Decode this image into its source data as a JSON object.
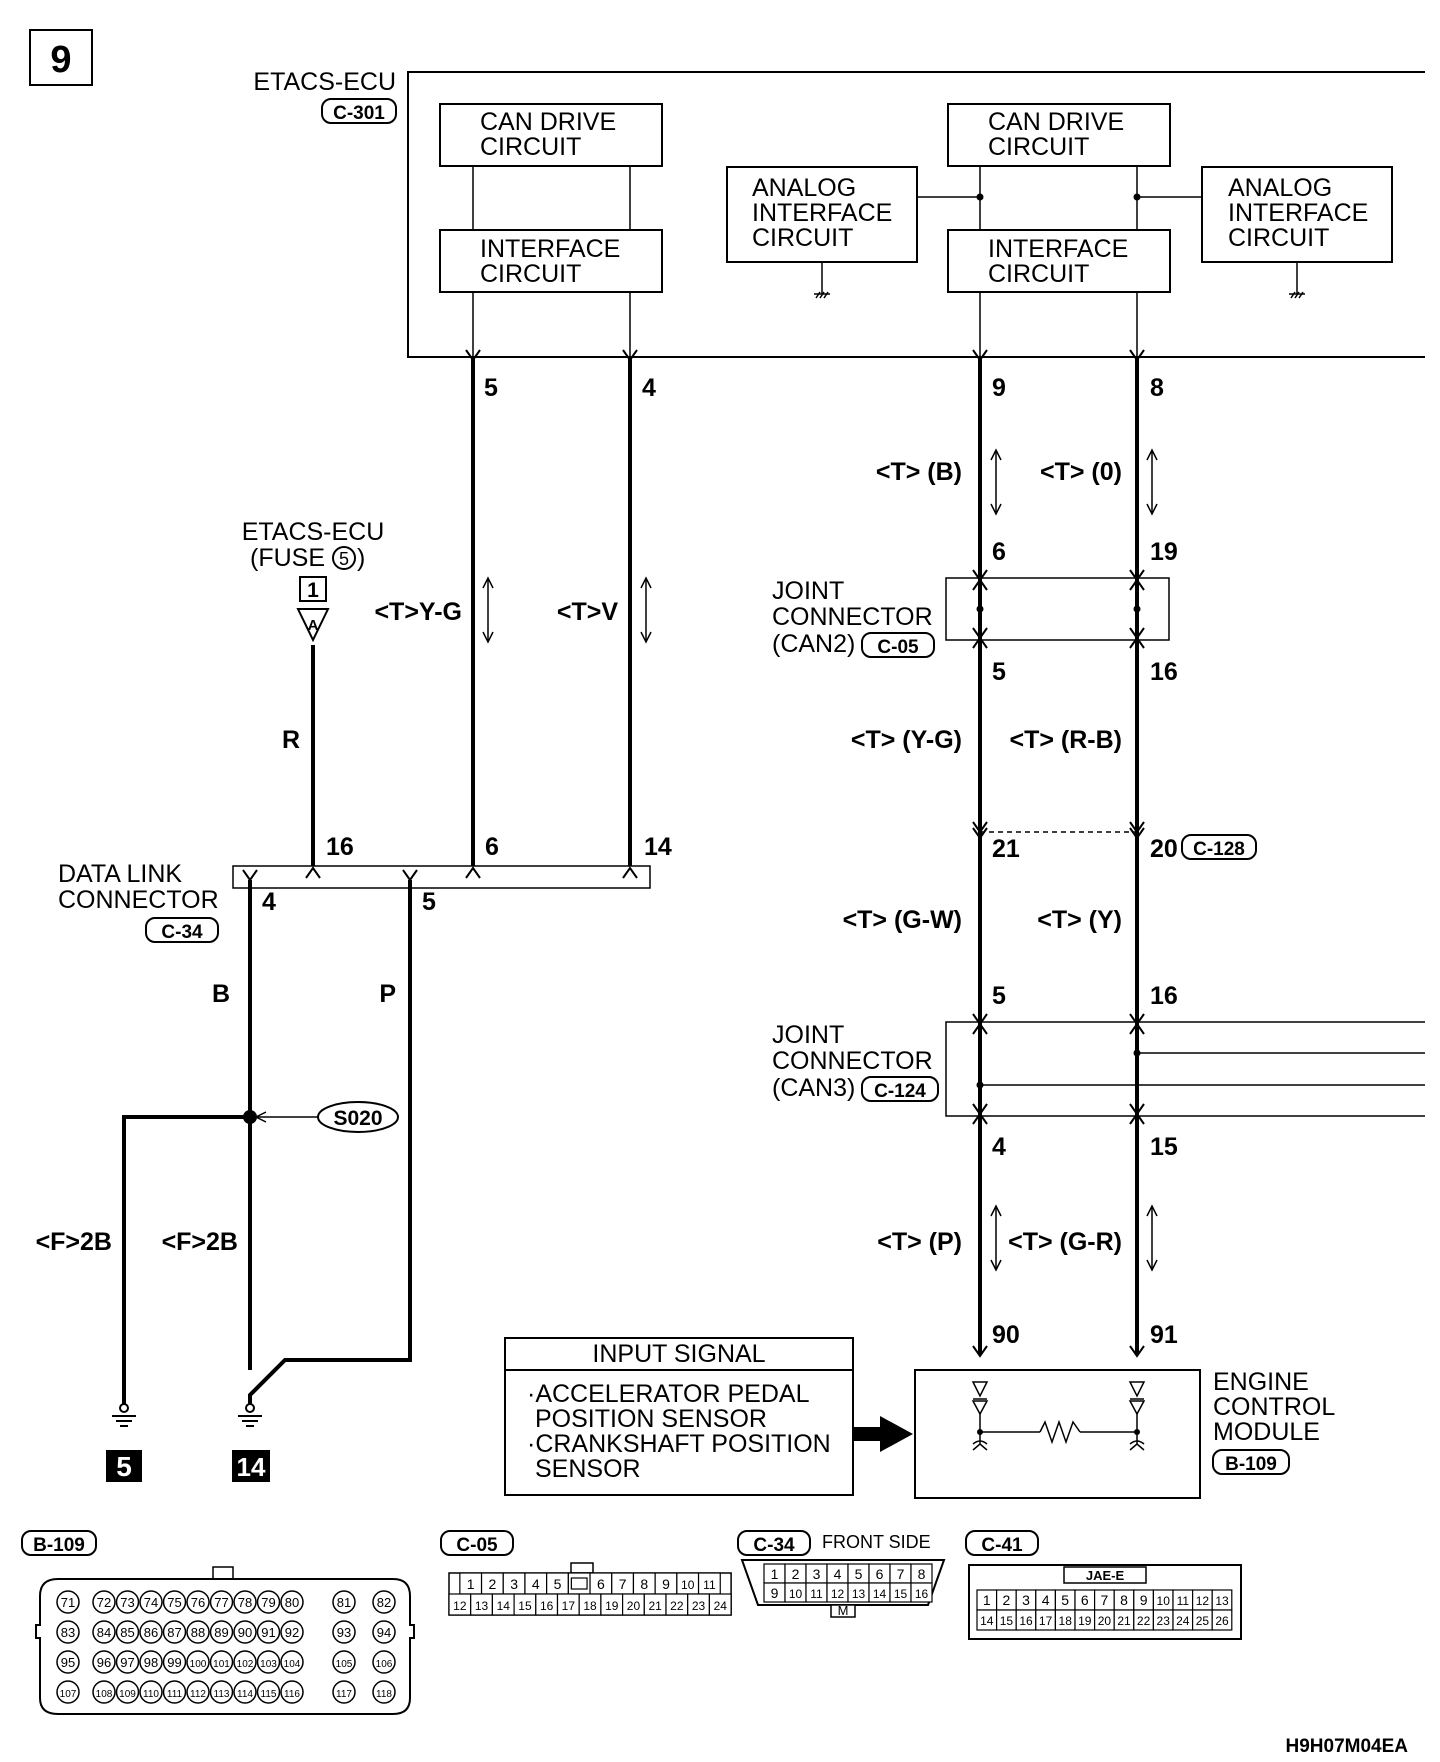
{
  "page_number": "9",
  "ecu": {
    "name": "ETACS-ECU",
    "connector": "C-301"
  },
  "circuits": {
    "can_drive_1": [
      "CAN DRIVE",
      "CIRCUIT"
    ],
    "interface_1": [
      "INTERFACE",
      "CIRCUIT"
    ],
    "analog_1": [
      "ANALOG",
      "INTERFACE",
      "CIRCUIT"
    ],
    "can_drive_2": [
      "CAN DRIVE",
      "CIRCUIT"
    ],
    "interface_2": [
      "INTERFACE",
      "CIRCUIT"
    ],
    "analog_2": [
      "ANALOG",
      "INTERFACE",
      "CIRCUIT"
    ]
  },
  "fuse": {
    "label": "ETACS-ECU",
    "fuse_text": "(FUSE",
    "fuse_no": "5",
    "ref": "1",
    "pin": "A"
  },
  "pins": {
    "ecu_5": "5",
    "ecu_4": "4",
    "ecu_9": "9",
    "ecu_8": "8",
    "j2_in_6": "6",
    "j2_in_19": "19",
    "j2_out_5": "5",
    "j2_out_16": "16",
    "c128_21": "21",
    "c128_20": "20",
    "j3_in_5": "5",
    "j3_in_16": "16",
    "j3_out_4": "4",
    "j3_out_15": "15",
    "ecm_90": "90",
    "ecm_91": "91",
    "dlc_16": "16",
    "dlc_6": "6",
    "dlc_14": "14",
    "dlc_4": "4",
    "dlc_5": "5"
  },
  "wires": {
    "r": "R",
    "yg": "<T>Y-G",
    "v": "<T>V",
    "b_top": "<T> (B)",
    "o_top": "<T> (0)",
    "yg2": "<T> (Y-G)",
    "rb": "<T> (R-B)",
    "gw": "<T> (G-W)",
    "y": "<T> (Y)",
    "p": "<T> (P)",
    "gr": "<T> (G-R)",
    "b": "B",
    "pp": "P",
    "f2b_left": "<F>2B",
    "f2b_right": "<F>2B"
  },
  "joint_can2": {
    "lines": [
      "JOINT",
      "CONNECTOR",
      "(CAN2)"
    ],
    "connector": "C-05"
  },
  "joint_can3": {
    "lines": [
      "JOINT",
      "CONNECTOR",
      "(CAN3)"
    ],
    "connector": "C-124"
  },
  "c128": "C-128",
  "data_link": {
    "lines": [
      "DATA LINK",
      "CONNECTOR"
    ],
    "connector": "C-34"
  },
  "splice": "S020",
  "grounds": {
    "left": "5",
    "right": "14"
  },
  "input_signal": {
    "title": "INPUT SIGNAL",
    "lines": [
      "·ACCELERATOR PEDAL",
      "POSITION SENSOR",
      "·CRANKSHAFT POSITION",
      "SENSOR"
    ]
  },
  "ecm": {
    "lines": [
      "ENGINE",
      "CONTROL",
      "MODULE"
    ],
    "connector": "B-109"
  },
  "connector_views": {
    "b109": {
      "label": "B-109",
      "rows": [
        [
          "71",
          "72",
          "73",
          "74",
          "75",
          "76",
          "77",
          "78",
          "79",
          "80",
          "81",
          "82"
        ],
        [
          "83",
          "84",
          "85",
          "86",
          "87",
          "88",
          "89",
          "90",
          "91",
          "92",
          "93",
          "94"
        ],
        [
          "95",
          "96",
          "97",
          "98",
          "99",
          "100",
          "101",
          "102",
          "103",
          "104",
          "105",
          "106"
        ],
        [
          "107",
          "108",
          "109",
          "110",
          "111",
          "112",
          "113",
          "114",
          "115",
          "116",
          "117",
          "118"
        ]
      ]
    },
    "c05": {
      "label": "C-05",
      "rows": [
        [
          "1",
          "2",
          "3",
          "4",
          "5",
          "",
          "6",
          "7",
          "8",
          "9",
          "10",
          "11"
        ],
        [
          "12",
          "13",
          "14",
          "15",
          "16",
          "17",
          "18",
          "19",
          "20",
          "21",
          "22",
          "23",
          "24"
        ]
      ]
    },
    "c34": {
      "label": "C-34",
      "side": "FRONT SIDE",
      "rows": [
        [
          "1",
          "2",
          "3",
          "4",
          "5",
          "6",
          "7",
          "8"
        ],
        [
          "9",
          "10",
          "11",
          "12",
          "13",
          "14",
          "15",
          "16"
        ]
      ],
      "key": "M"
    },
    "c41": {
      "label": "C-41",
      "tag": "JAE-E",
      "rows": [
        [
          "1",
          "2",
          "3",
          "4",
          "5",
          "6",
          "7",
          "8",
          "9",
          "10",
          "11",
          "12",
          "13"
        ],
        [
          "14",
          "15",
          "16",
          "17",
          "18",
          "19",
          "20",
          "21",
          "22",
          "23",
          "24",
          "25",
          "26"
        ]
      ]
    }
  },
  "code": "H9H07M04EA"
}
